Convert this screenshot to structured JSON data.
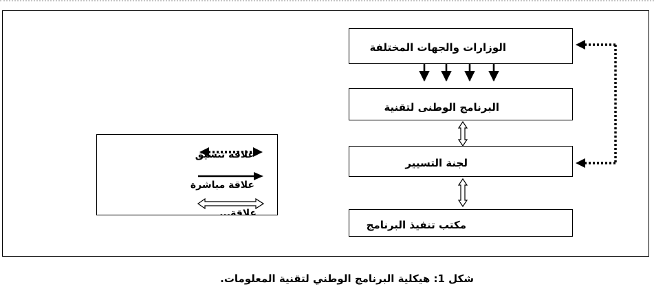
{
  "diagram": {
    "boxes": {
      "ministries": "الوزارات والجهات المختلفة",
      "national_program": "البرنامج الوطنى لتقنية",
      "steering_committee": "لجنة التسيير",
      "program_office": "مكتب تنفيذ البرنامج"
    },
    "legend": {
      "coordination": "علاقة تنسيق",
      "direct": "علاقة مباشرة",
      "third": "علاقة..."
    }
  },
  "caption": {
    "label": "شكل 1:",
    "text": "هيكلية البرنامج الوطني لتقنية المعلومات."
  }
}
